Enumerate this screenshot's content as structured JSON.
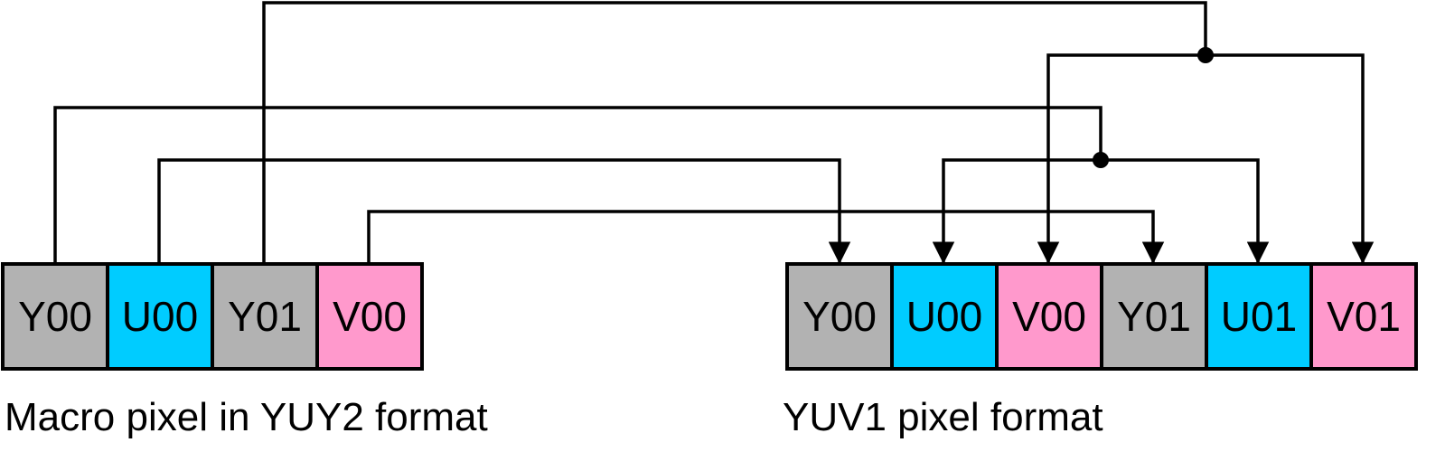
{
  "colors": {
    "Y": "#b2b2b2",
    "U": "#00ccff",
    "V": "#ff99cc",
    "line": "#000000"
  },
  "source": {
    "caption": "Macro pixel in YUY2 format",
    "cells": [
      {
        "label": "Y00",
        "component": "Y"
      },
      {
        "label": "U00",
        "component": "U"
      },
      {
        "label": "Y01",
        "component": "Y"
      },
      {
        "label": "V00",
        "component": "V"
      }
    ]
  },
  "target": {
    "caption": "YUV1 pixel format",
    "cells": [
      {
        "label": "Y00",
        "component": "Y"
      },
      {
        "label": "U00",
        "component": "U"
      },
      {
        "label": "V00",
        "component": "V"
      },
      {
        "label": "Y01",
        "component": "Y"
      },
      {
        "label": "U01",
        "component": "U"
      },
      {
        "label": "V01",
        "component": "V"
      }
    ]
  },
  "connections": [
    {
      "from": "source.Y00",
      "to": [
        "target.U00",
        "target.U01"
      ]
    },
    {
      "from": "source.U00",
      "to": [
        "target.Y00"
      ]
    },
    {
      "from": "source.Y01",
      "to": [
        "target.V00",
        "target.V01"
      ]
    },
    {
      "from": "source.V00",
      "to": [
        "target.Y01"
      ]
    }
  ]
}
